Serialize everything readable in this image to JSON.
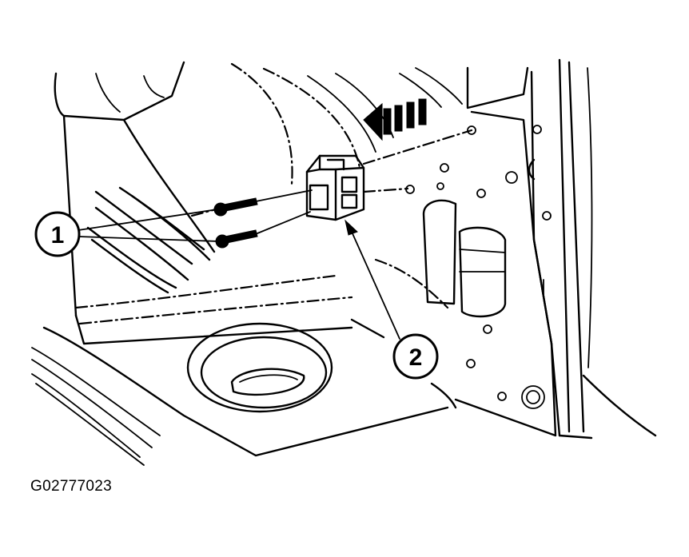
{
  "callouts": [
    {
      "label": "1"
    },
    {
      "label": "2"
    }
  ],
  "figure_id": "G02777023"
}
